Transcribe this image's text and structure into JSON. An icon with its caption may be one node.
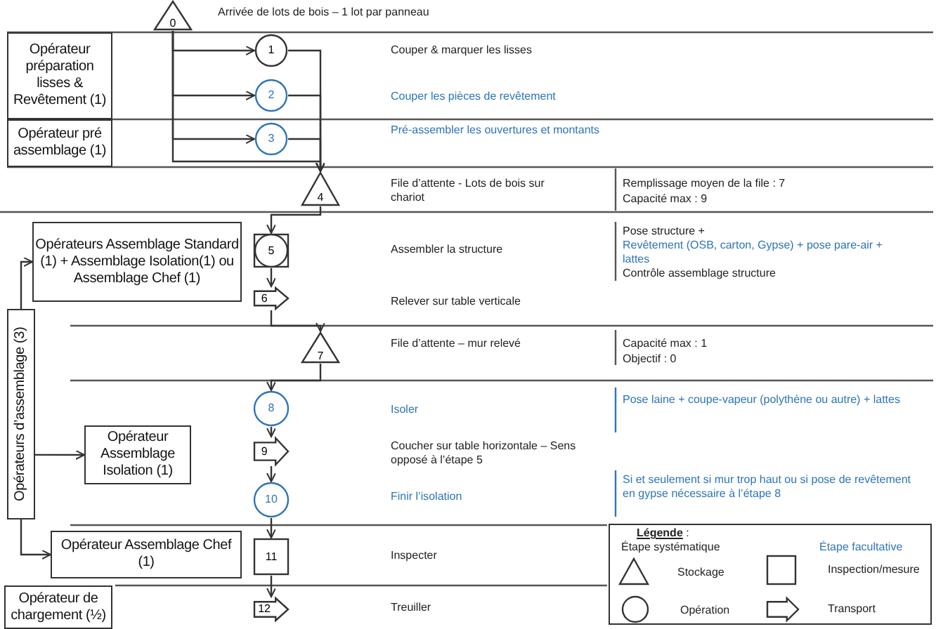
{
  "diagram": {
    "nodes": [
      {
        "text": [
          "0"
        ]
      },
      {
        "text": [
          "1"
        ]
      },
      {
        "text": [
          "2"
        ]
      },
      {
        "text": [
          "3"
        ]
      },
      {
        "text": [
          "4"
        ]
      },
      {
        "text": [
          "5"
        ]
      },
      {
        "text": [
          "6"
        ]
      },
      {
        "text": [
          "7"
        ]
      },
      {
        "text": [
          "8"
        ]
      },
      {
        "text": [
          "9"
        ]
      },
      {
        "text": [
          "10"
        ]
      },
      {
        "text": [
          "11"
        ]
      },
      {
        "text": [
          "12"
        ]
      },
      {
        "text": [
          "Opérateur préparation lisses & Revêtement (1)"
        ]
      },
      {
        "text": [
          "Opérateur pré assemblage (1)"
        ]
      },
      {
        "text": [
          "Opérateurs Assemblage Standard (1) + Assemblage Isolation(1) ou Assemblage Chef (1)"
        ]
      },
      {
        "text": [
          "Opérateurs d’assemblage (3)"
        ]
      },
      {
        "text": [
          "Opérateur Assemblage Isolation (1)"
        ]
      },
      {
        "text": [
          "Opérateur Assemblage Chef (1)"
        ]
      },
      {
        "text": [
          "Opérateur de chargement (½)"
        ]
      }
    ],
    "edges": [
      {
        "from": 0,
        "to": 1,
        "arrow": "to"
      },
      {
        "from": 0,
        "to": 2,
        "arrow": "to"
      },
      {
        "from": 0,
        "to": 3,
        "arrow": "to"
      },
      {
        "from": 0,
        "to": 4,
        "arrow": "to"
      },
      {
        "from": 1,
        "to": 4,
        "arrow": "to"
      },
      {
        "from": 2,
        "to": 4,
        "arrow": "to"
      },
      {
        "from": 3,
        "to": 4,
        "arrow": "to"
      },
      {
        "from": 4,
        "to": 5,
        "arrow": "to"
      },
      {
        "from": 5,
        "to": 6,
        "arrow": "to"
      },
      {
        "from": 6,
        "to": 7,
        "arrow": "to"
      },
      {
        "from": 7,
        "to": 8,
        "arrow": "to"
      },
      {
        "from": 8,
        "to": 9,
        "arrow": "to"
      },
      {
        "from": 9,
        "to": 10,
        "arrow": "to"
      },
      {
        "from": 10,
        "to": 11,
        "arrow": "to"
      },
      {
        "from": 11,
        "to": 12,
        "arrow": "to"
      },
      {
        "from": 16,
        "to": 15,
        "arrow": "to"
      },
      {
        "from": 16,
        "to": 17,
        "arrow": "to"
      },
      {
        "from": 16,
        "to": 18,
        "arrow": "to"
      }
    ],
    "labels": [
      "Arrivée de lots de bois – 1 lot par panneau",
      "Couper & marquer les lisses",
      "Couper les pièces de revêtement",
      "Pré-assembler les ouvertures et montants",
      "File d’attente - Lots de bois sur chariot",
      "Remplissage moyen de la file : 7",
      "Capacité max : 9",
      "Assembler la structure",
      "Pose structure +",
      "Revêtement (OSB, carton, Gypse) + pose pare-air + lattes",
      "Contrôle assemblage structure",
      "Relever sur table verticale",
      "File d’attente – mur relevé",
      "Capacité max : 1",
      "Objectif : 0",
      "Isoler",
      "Pose laine + coupe-vapeur (polythène ou autre) + lattes",
      "Coucher sur table horizontale – Sens opposé à l’étape 5",
      "Finir l’isolation",
      "Si et seulement si mur trop haut ou si pose de revêtement en gypse nécessaire à l’étape 8",
      "Inspecter",
      "Treuiller",
      "**Légende** :",
      "Étape systématique",
      "Étape facultative"
    ],
    "legend": [
      {
        "text": "Stockage"
      },
      {
        "text": "Inspection/mesure"
      },
      {
        "text": "Opération"
      },
      {
        "text": "Transport"
      }
    ]
  }
}
